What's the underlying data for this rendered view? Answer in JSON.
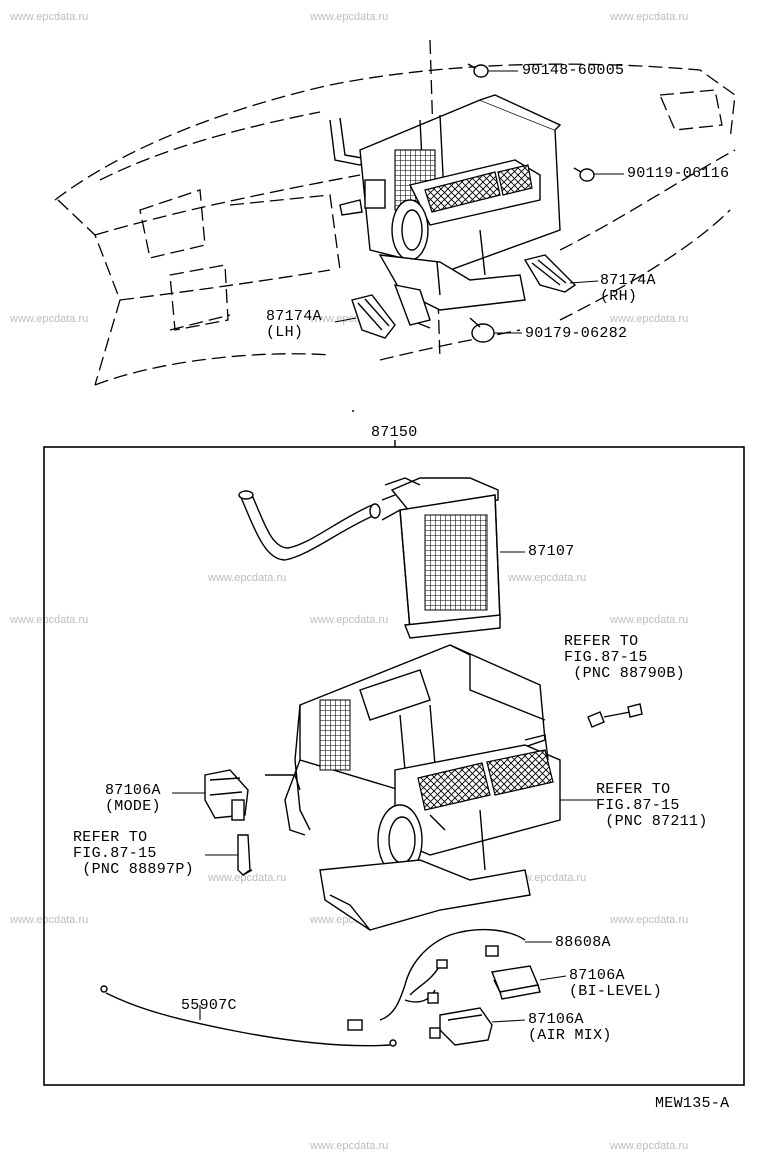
{
  "watermarks": [
    "www.epcdata.ru",
    "www.epcdata.ru",
    "www.epcdata.ru",
    "www.epcdata.ru",
    "www.epcdata.ru",
    "www.epcdata.ru",
    "www.epcdata.ru",
    "www.epcdata.ru",
    "www.epcdata.ru",
    "www.epcdata.ru",
    "www.epcdata.ru",
    "www.epcdata.ru",
    "www.epcdata.ru",
    "www.epcdata.ru",
    "www.epcdata.ru",
    "www.epcdata.ru",
    "www.epcdata.ru",
    "www.epcdata.ru"
  ],
  "labels": {
    "bolt_top": "90148-60005",
    "nut_right": "90119-06116",
    "duct_rh": "87174A\n(RH)",
    "duct_lh": "87174A\n(LH)",
    "clip": "90179-06282",
    "assembly": "87150",
    "core": "87107",
    "refer_88790b": "REFER TO\nFIG.87-15\n (PNC 88790B)",
    "servo_mode": "87106A\n(MODE)",
    "refer_87211": "REFER TO\nFIG.87-15\n (PNC 87211)",
    "refer_88897p": "REFER TO\nFIG.87-15\n (PNC 88897P)",
    "harness": "88608A",
    "servo_bilevel": "87106A\n(BI-LEVEL)",
    "cable": "55907C",
    "servo_airmix": "87106A\n(AIR MIX)",
    "drawing_code": "MEW135-A"
  }
}
